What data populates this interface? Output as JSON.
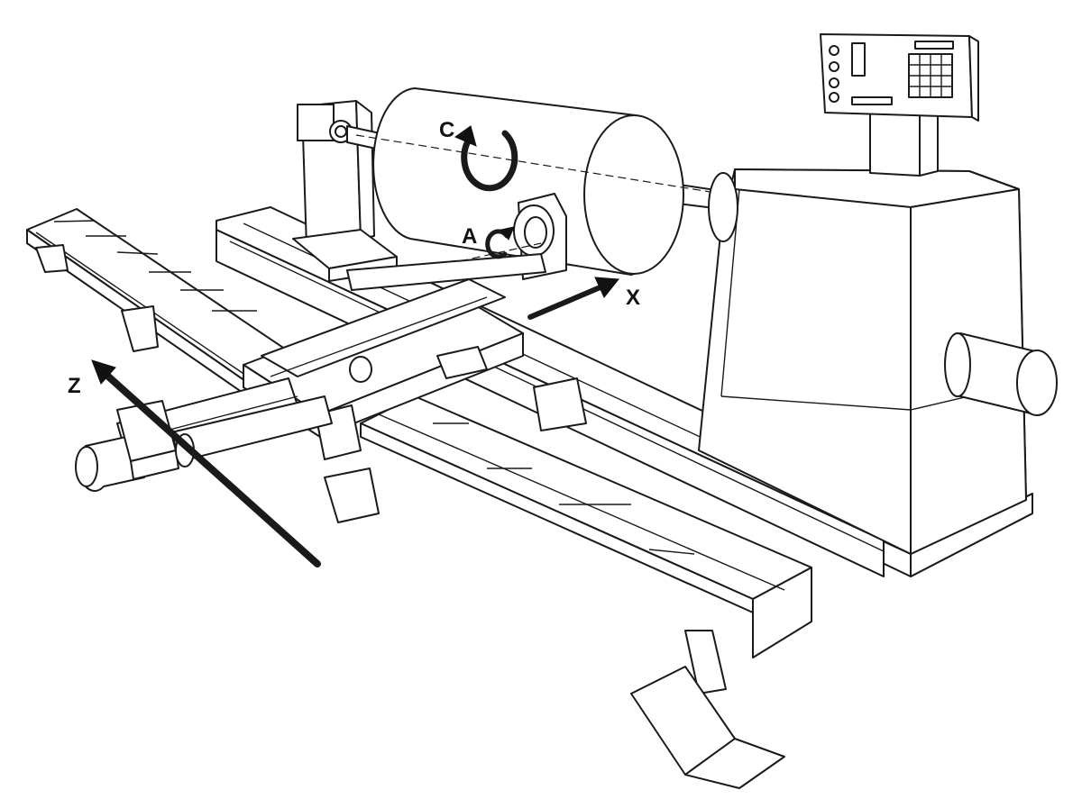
{
  "labels": {
    "rotation_c": "C",
    "rotation_a": "A",
    "axis_x": "X",
    "axis_z": "Z"
  },
  "colors": {
    "line": "#1a1a1a",
    "background": "#ffffff"
  }
}
